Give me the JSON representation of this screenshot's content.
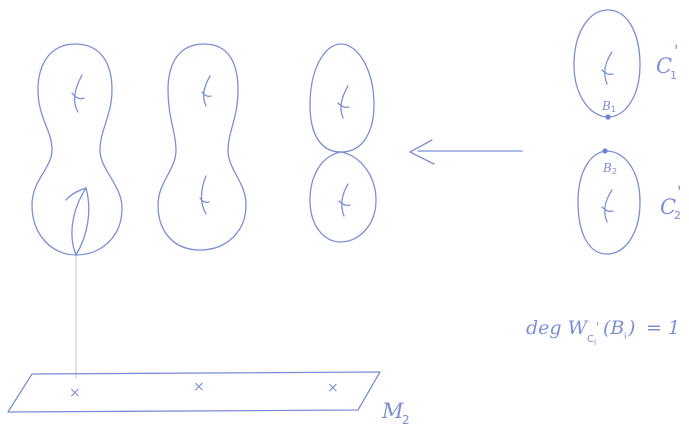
{
  "labels": {
    "c1": "C",
    "c1_sub": "1",
    "c1_prime": "'",
    "c2": "C",
    "c2_sub": "2",
    "c2_prime": "'",
    "b1": "B",
    "b1_sub": "1",
    "b2": "B",
    "b2_sub": "2",
    "equation_lhs": "deg W",
    "equation_sub": "C",
    "equation_sub_i": "i",
    "equation_prime": "'",
    "equation_arg": "(B",
    "equation_arg_sub": "i",
    "equation_close": ")",
    "equation_rhs": "= 1",
    "base_label": "M",
    "base_sub": "2",
    "mark1": "×",
    "mark2": "×",
    "mark3": "×"
  },
  "colors": {
    "ink": "#7b8fd6"
  }
}
